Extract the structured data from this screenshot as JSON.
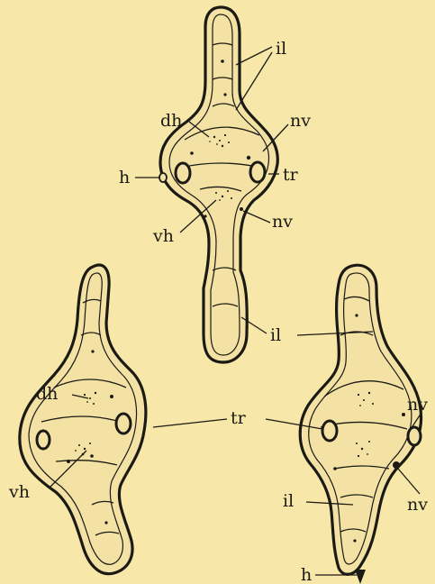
{
  "labels": {
    "top": {
      "il": "il",
      "dh": "dh",
      "nv_upper": "nv",
      "h": "h",
      "tr": "tr",
      "vh": "vh",
      "nv_lower": "nv",
      "il_bottom": "il"
    },
    "left": {
      "dh": "dh",
      "vh": "vh"
    },
    "shared": {
      "tr": "tr"
    },
    "right": {
      "nv_upper": "nv",
      "nv_lower": "nv",
      "il": "il",
      "h": "h"
    }
  }
}
